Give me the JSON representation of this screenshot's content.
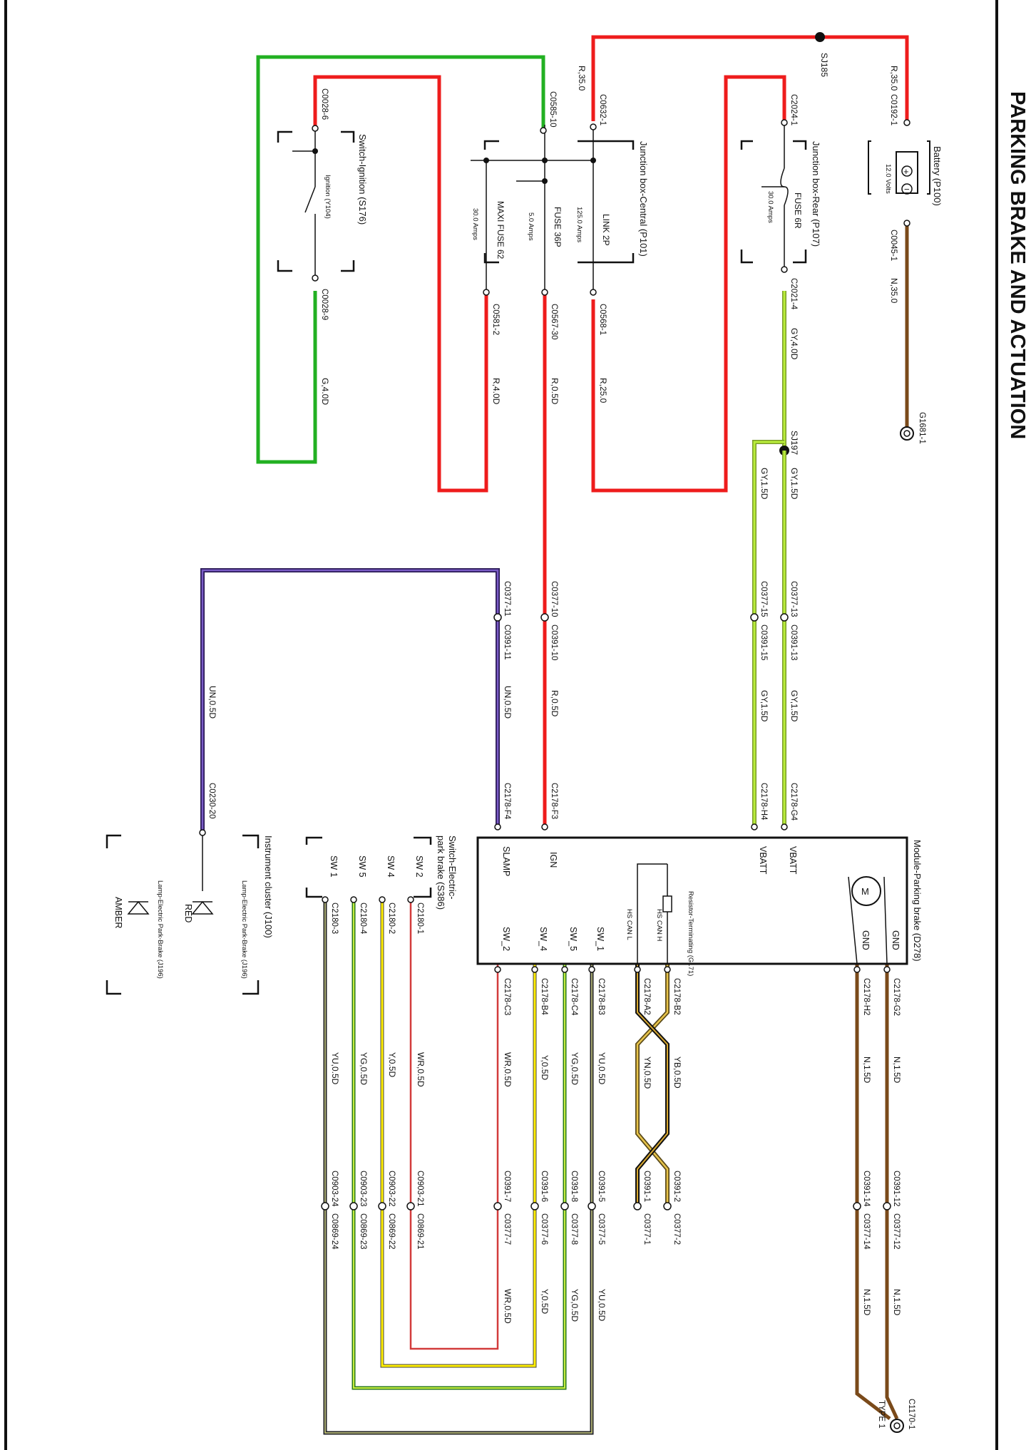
{
  "title": "PARKING BRAKE AND ACTUATION",
  "colors": {
    "red": "#ee1c1c",
    "green": "#22b022",
    "brown": "#7a4a1a",
    "grey_green": "#9acd32",
    "purple": "#4b2f8a",
    "yellow": "#ffee00",
    "white_red": "#d23b3b",
    "yellow_green": "#66b81e",
    "yellow_blue": "#3b4fd0",
    "can": "#c9a227",
    "frame": "#111111"
  },
  "components": {
    "battery": {
      "name": "Battery (P100)",
      "voltage": "12.0 Volts",
      "plus": "+",
      "minus": "−"
    },
    "jb_rear": {
      "name": "Junction box-Rear (P107)",
      "fuse": "FUSE 6R",
      "rating": "30.0 Amps"
    },
    "jb_central": {
      "name": "Junction box-Central (P101)",
      "link": "LINK 2P",
      "link_rating": "125.0 Amps",
      "fuse": "FUSE 36P",
      "fuse_rating": "5.0 Amps",
      "maxi": "MAXI FUSE 62",
      "maxi_rating": "30.0 Amps"
    },
    "ignition": {
      "name": "Switch-Ignition (S176)",
      "sub": "Ignition (Y104)"
    },
    "module": {
      "name": "Module-Parking brake (D278)",
      "pins_left": [
        "SLAMP",
        "IGN",
        "VBATT",
        "VBATT"
      ],
      "gnd1": "GND",
      "gnd2": "GND",
      "resistor": "Resistor-Terminating (G171)",
      "hs_can_h": "HS CAN H",
      "hs_can_l": "HS CAN L",
      "sw_pins": [
        "SW_2",
        "SW_4",
        "SW_5",
        "SW_1"
      ]
    },
    "epb_switch": {
      "name1": "Switch-Electric-",
      "name2": "park brake (S386)",
      "pins": [
        "SW 2",
        "SW 4",
        "SW 5",
        "SW 1"
      ]
    },
    "cluster": {
      "name": "Instrument cluster (J100)",
      "lamp1": "Lamp-Electric Park-Brake (J196)",
      "lamp1_color": "RED",
      "lamp2": "Lamp-Electric Park-Brake (J196)",
      "lamp2_color": "AMBER"
    }
  },
  "labels": {
    "r350_top": "R,35.0",
    "r350_right": "R,35.0",
    "sj185": "SJ185",
    "c0192_1": "C0192-1",
    "c0045_1": "C0045-1",
    "n350": "N,35.0",
    "g1681_1": "G1681-1",
    "c2024_1": "C2024-1",
    "c2021_4": "C2021-4",
    "gy40": "GY,4.0D",
    "sj197": "SJ197",
    "gy15a": "GY,1.5D",
    "gy15b": "GY,1.5D",
    "gy15c": "GY,1.5D",
    "gy15d": "GY,1.5D",
    "c0377_13": "C0377-13",
    "c0391_13": "C0391-13",
    "c0377_15": "C0377-15",
    "c0391_15": "C0391-15",
    "c2178_g4": "C2178-G4",
    "c2178_h4": "C2178-H4",
    "c0632_1": "C0632-1",
    "c0585_10": "C0585-10",
    "c0568_1": "C0568-1",
    "c0567_30": "C0567-30",
    "c0581_2": "C0581-2",
    "r250": "R,25.0",
    "r05a": "R,0.5D",
    "r40": "R,4.0D",
    "r05b": "R,0.5D",
    "c0028_6": "C0028-6",
    "c0028_9": "C0028-9",
    "g40": "G,4.0D",
    "c0377_10": "C0377-10",
    "c0391_10": "C0391-10",
    "c0377_11": "C0377-11",
    "c0391_11": "C0391-11",
    "un05a": "UN,0.5D",
    "un05b": "UN,0.5D",
    "c0230_20": "C0230-20",
    "c2178_f3": "C2178-F3",
    "c2178_f4": "C2178-F4",
    "c2178_g2": "C2178-G2",
    "c2178_h2": "C2178-H2",
    "n15a": "N,1.5D",
    "n15b": "N,1.5D",
    "n15c": "N,1.5D",
    "n15d": "N,1.5D",
    "c0391_12": "C0391-12",
    "c0377_12": "C0377-12",
    "c0391_14": "C0391-14",
    "c0377_14": "C0377-14",
    "c1170_1": "C1170-1",
    "type1": "TYPE 1",
    "c2178_b2": "C2178-B2",
    "c2178_a2": "C2178-A2",
    "yb05": "YB,0.5D",
    "yn05": "YN,0.5D",
    "c0391_2": "C0391-2",
    "c0377_2": "C0377-2",
    "c0391_1": "C0391-1",
    "c0377_1": "C0377-1",
    "c2178_b3": "C2178-B3",
    "c2178_c4": "C2178-C4",
    "c2178_b4": "C2178-B4",
    "c2178_c3": "C2178-C3",
    "yu05a": "YU,0.5D",
    "yg05a": "YG,0.5D",
    "y05a": "Y,0.5D",
    "wr05a": "WR,0.5D",
    "c0391_5": "C0391-5",
    "c0377_5": "C0377-5",
    "c0391_8": "C0391-8",
    "c0377_8": "C0377-8",
    "c0391_6": "C0391-6",
    "c0377_6": "C0377-6",
    "c0391_7": "C0391-7",
    "c0377_7": "C0377-7",
    "yu05b": "YU,0.5D",
    "yg05b": "YG,0.5D",
    "y05b": "Y,0.5D",
    "wr05b": "WR,0.5D",
    "c2180_1": "C2180-1",
    "c2180_2": "C2180-2",
    "c2180_4": "C2180-4",
    "c2180_3": "C2180-3",
    "wr05c": "WR,0.5D",
    "y05c": "Y,0.5D",
    "yg05c": "YG,0.5D",
    "yu05c": "YU,0.5D",
    "c0903_21": "C0903-21",
    "c0869_21": "C0869-21",
    "c0903_22": "C0903-22",
    "c0869_22": "C0869-22",
    "c0903_23": "C0903-23",
    "c0869_23": "C0869-23",
    "c0903_24": "C0903-24",
    "c0869_24": "C0869-24"
  }
}
